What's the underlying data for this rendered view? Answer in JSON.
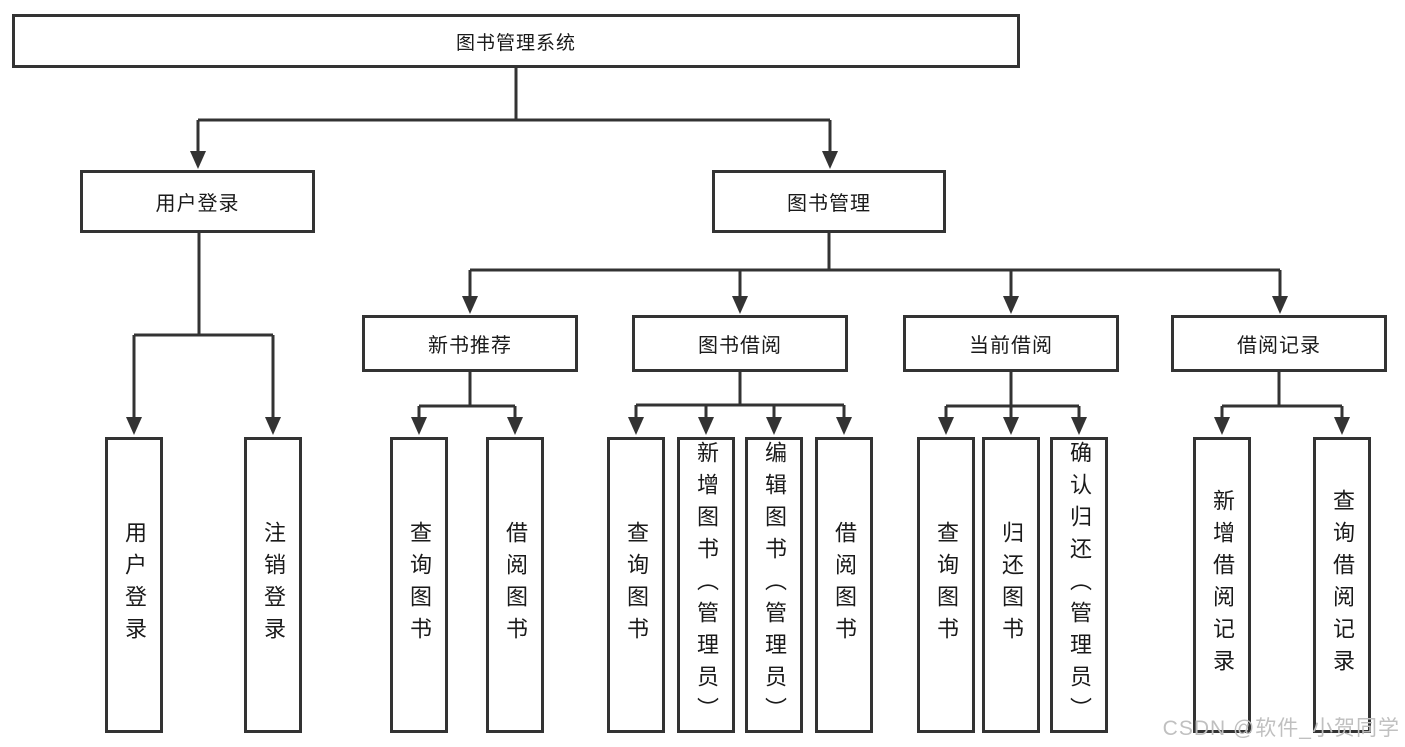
{
  "diagram_title": "图书管理系统",
  "nodes": {
    "root": "图书管理系统",
    "user_login": "用户登录",
    "book_mgmt": "图书管理",
    "new_book_rec": "新书推荐",
    "book_borrow": "图书借阅",
    "current_borrow": "当前借阅",
    "borrow_records": "借阅记录",
    "leaf_login": "用户登录",
    "leaf_logout": "注销登录",
    "leaf_newbook_query": "查询图书",
    "leaf_newbook_borrow": "借阅图书",
    "leaf_borrow_query": "查询图书",
    "leaf_borrow_add": "新增图书（管理员）",
    "leaf_borrow_edit": "编辑图书（管理员）",
    "leaf_borrow_borrow": "借阅图书",
    "leaf_current_query": "查询图书",
    "leaf_current_return": "归还图书",
    "leaf_current_confirm": "确认归还（管理员）",
    "leaf_records_add": "新增借阅记录",
    "leaf_records_query": "查询借阅记录"
  },
  "watermark": "CSDN @软件_小贺同学",
  "colors": {
    "line": "#333333",
    "box_border": "#333333",
    "box_background": "#ffffff",
    "text": "#1a1a1a",
    "watermark": "#c0c0c0"
  }
}
